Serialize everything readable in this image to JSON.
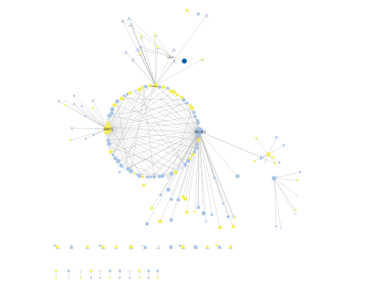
{
  "network": {
    "hubs": {
      "rap1": "RAP1",
      "mcm1": "MCM1",
      "gal4": "GAL4",
      "top": "SWI4"
    }
  },
  "colors": {
    "edge": "#9a9a9a",
    "node_blue": "#a9c4e6",
    "node_yellow": "#f4ee5a",
    "node_dark": "#0b5cad",
    "background": "#ffffff"
  }
}
